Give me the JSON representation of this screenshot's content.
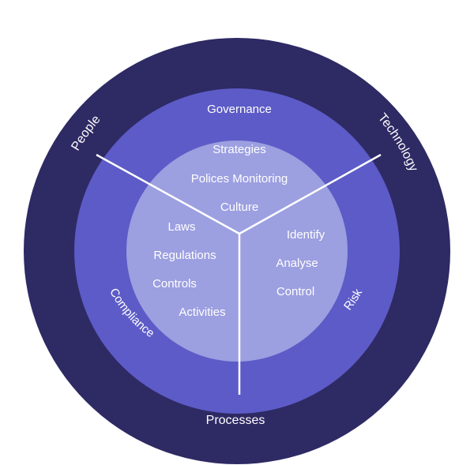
{
  "outer_ring": {
    "top_left": "People",
    "top_right": "Technology",
    "bottom": "Processes"
  },
  "sectors": {
    "governance": {
      "title": "Governance",
      "items": [
        "Strategies",
        "Polices Monitoring",
        "Culture"
      ]
    },
    "compliance": {
      "title": "Compliance",
      "items": [
        "Laws",
        "Regulations",
        "Controls",
        "Activities"
      ]
    },
    "risk": {
      "title": "Risk",
      "items": [
        "Identify",
        "Analyse",
        "Control"
      ]
    }
  },
  "colors": {
    "outer_ring": "#2e2a64",
    "middle_ring": "#5c5bc7",
    "inner_circle": "#9c9fe0",
    "divider": "#ffffff",
    "text": "#ffffff"
  }
}
